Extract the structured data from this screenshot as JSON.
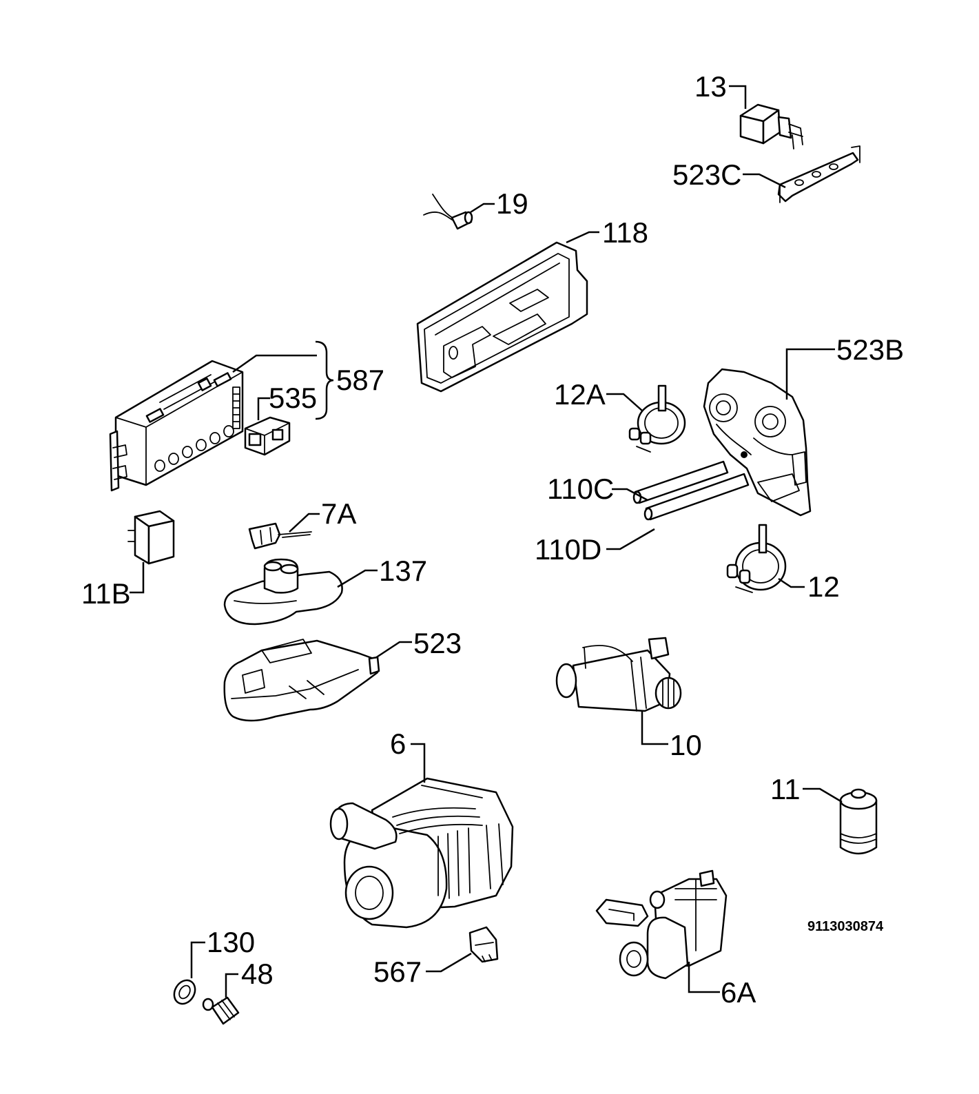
{
  "labels": {
    "p13": "13",
    "p523c": "523C",
    "p19": "19",
    "p118": "118",
    "p587": "587",
    "p535": "535",
    "p523b": "523B",
    "p12a": "12A",
    "p110c": "110C",
    "p110d": "110D",
    "p12": "12",
    "p7a": "7A",
    "p11b": "11B",
    "p137": "137",
    "p523": "523",
    "p10": "10",
    "p6": "6",
    "p11": "11",
    "p130": "130",
    "p48": "48",
    "p567": "567",
    "p6a": "6A"
  },
  "diagram_code": "9113030874"
}
